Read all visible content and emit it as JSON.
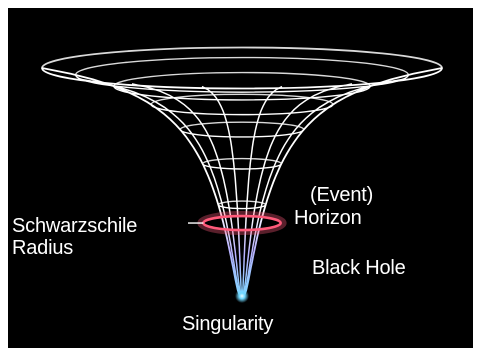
{
  "labels": {
    "schwarzschild_line1": "Schwarzschile",
    "schwarzschild_line2": "Radius",
    "event_line1": "(Event)",
    "event_line2": "Horizon",
    "black_hole": "Black Hole",
    "singularity": "Singularity"
  },
  "colors": {
    "background": "#000000",
    "frame": "#ffffff",
    "grid": "#ffffff",
    "horizon_ring": "#ff5a7a",
    "lower_grid": "#9aa8ff",
    "singularity_glow": "#6fd8ff",
    "text": "#ffffff"
  }
}
